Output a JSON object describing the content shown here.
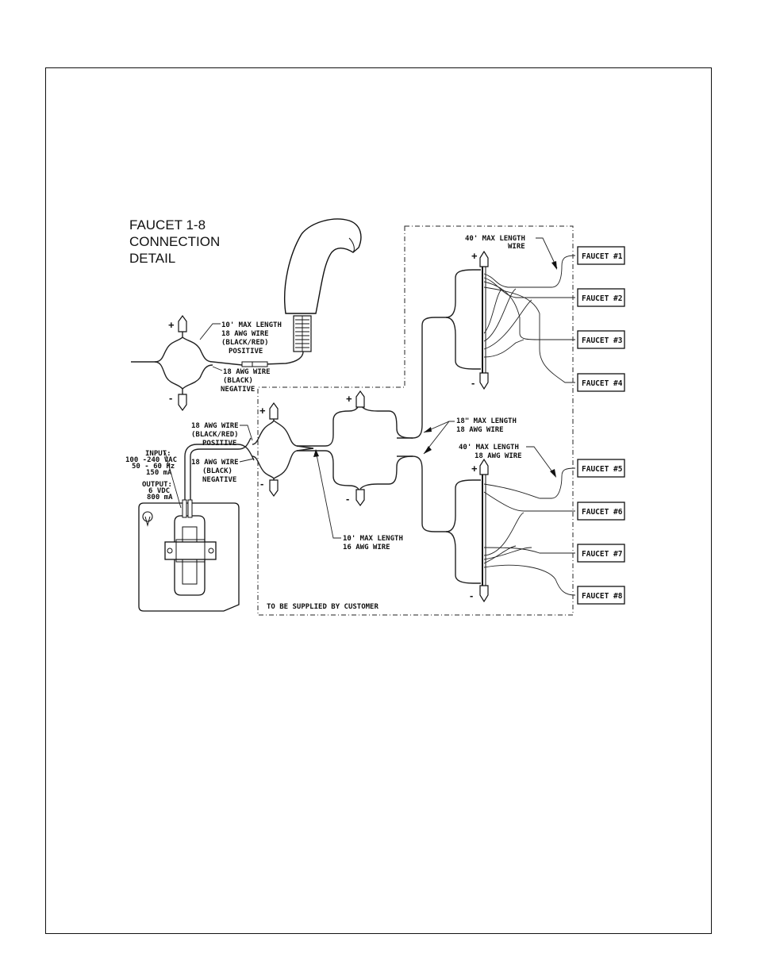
{
  "title": {
    "line1": "FAUCET  1-8",
    "line2": "CONNECTION",
    "line3": "DETAIL"
  },
  "labels": {
    "max10_l1": "10' MAX LENGTH",
    "max10_l2": "18 AWG WIRE",
    "max10_l3": "(BLACK/RED)",
    "max10_l4": "POSITIVE",
    "neg_l1": "18 AWG WIRE",
    "neg_l2": "(BLACK)",
    "neg_l3": "NEGATIVE",
    "pos2_l1": "18 AWG WIRE",
    "pos2_l2": "(BLACK/RED)",
    "pos2_l3": "POSITIVE",
    "neg2_l1": "18 AWG WIRE",
    "neg2_l2": "(BLACK)",
    "neg2_l3": "NEGATIVE",
    "input_l1": "INPUT:",
    "input_l2": "100 -240 VAC",
    "input_l3": "50 - 60 Hz",
    "input_l4": "150 mA",
    "output_l1": "OUTPUT:",
    "output_l2": "6 VDC",
    "output_l3": "800 mA",
    "max40a_l1": "40' MAX LENGTH",
    "max40a_l2": "WIRE",
    "max18in_l1": "18\" MAX LENGTH",
    "max18in_l2": "18 AWG WIRE",
    "max40b_l1": "40' MAX LENGTH",
    "max40b_l2": "18 AWG WIRE",
    "max10b_l1": "10' MAX LENGTH",
    "max10b_l2": "16 AWG WIRE",
    "customer": "TO BE SUPPLIED BY CUSTOMER",
    "plus": "+",
    "minus": "-"
  },
  "faucets": [
    "FAUCET #1",
    "FAUCET #2",
    "FAUCET #3",
    "FAUCET #4",
    "FAUCET #5",
    "FAUCET #6",
    "FAUCET #7",
    "FAUCET #8"
  ]
}
